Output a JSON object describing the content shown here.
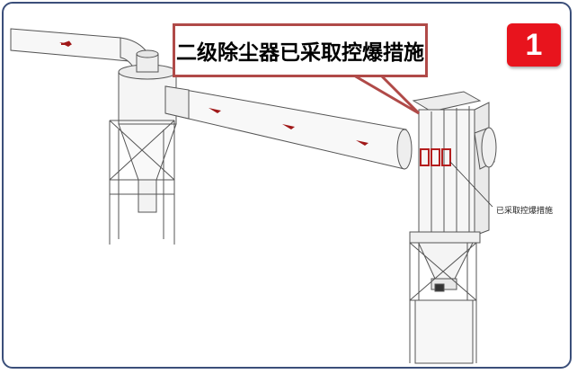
{
  "callout": {
    "text": "二级除尘器已采取控爆措施"
  },
  "badge": {
    "number": "1"
  },
  "equipment_label": "已采取控爆措施",
  "colors": {
    "frame_border": "#3b4f7a",
    "callout_border": "#b04a48",
    "badge_fill": "#e8141d",
    "flow_arrow": "#a01818",
    "marker_box": "#b41e1e"
  }
}
